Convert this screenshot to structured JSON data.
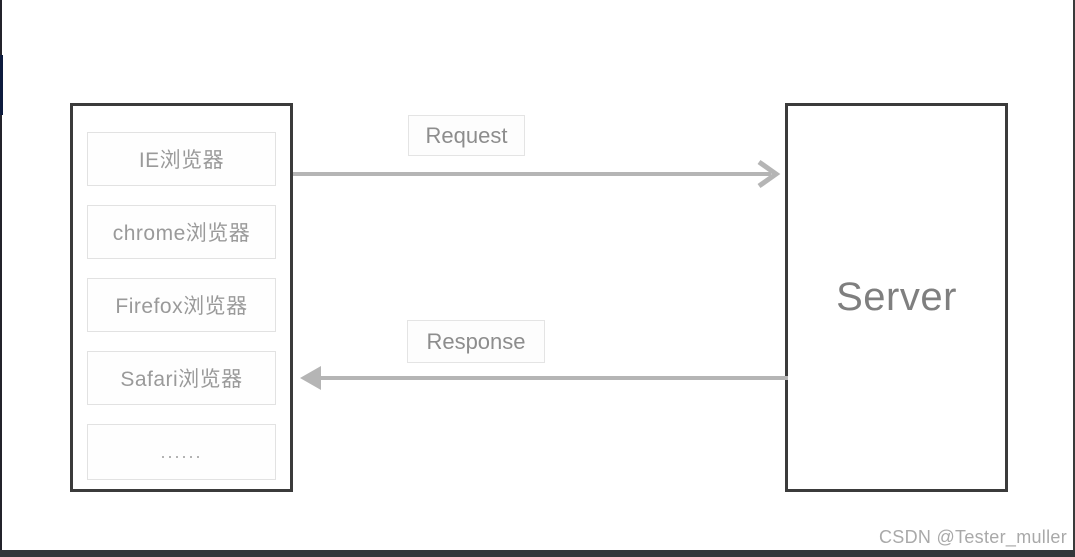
{
  "diagram": {
    "client_box": {
      "items": [
        "IE浏览器",
        "chrome浏览器",
        "Firefox浏览器",
        "Safari浏览器",
        "......"
      ]
    },
    "server_box": {
      "label": "Server"
    },
    "arrows": {
      "request_label": "Request",
      "response_label": "Response"
    },
    "watermark": "CSDN @Tester_muller",
    "colors": {
      "arrow": "#b5b5b5",
      "box_border": "#3b3b3b",
      "item_border": "#e2e2e2",
      "label_border": "#e4e4e4",
      "gray_text": "#8d8d8d",
      "server_text": "#7f7f7f",
      "watermark_text": "#a9a9a9",
      "bottom_bar": "#33363a"
    }
  }
}
